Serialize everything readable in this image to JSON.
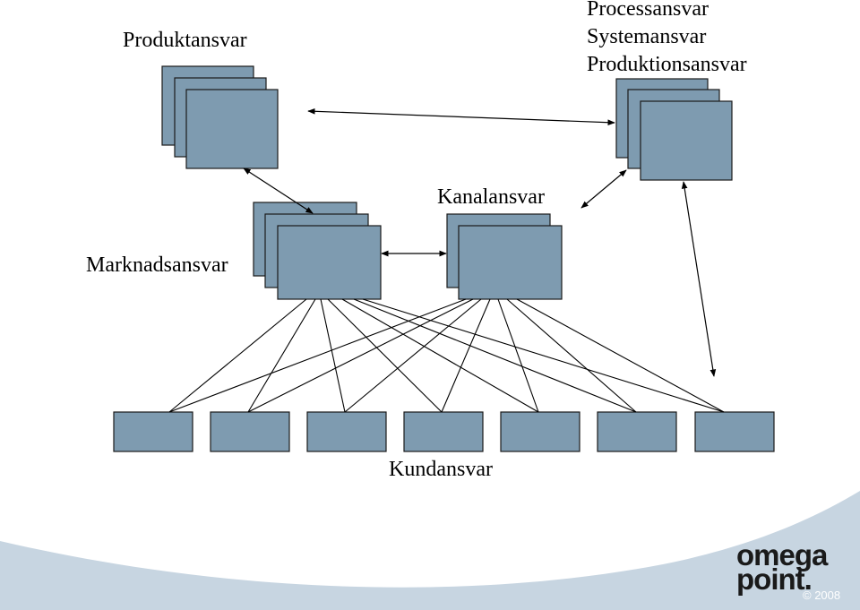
{
  "labels": {
    "produktansvar": "Produktansvar",
    "processansvar": "Processansvar",
    "systemansvar": "Systemansvar",
    "produktionsansvar": "Produktionsansvar",
    "kanalansvar": "Kanalansvar",
    "marknadsansvar": "Marknadsansvar",
    "kundansvar": "Kundansvar"
  },
  "logo": {
    "line1": "omega",
    "line2": "point.",
    "copyright": "© 2008"
  },
  "colors": {
    "box_fill": "#7e9bb0",
    "box_stroke": "#1a1a1a",
    "line": "#000000",
    "wave": "#c7d5e1"
  }
}
